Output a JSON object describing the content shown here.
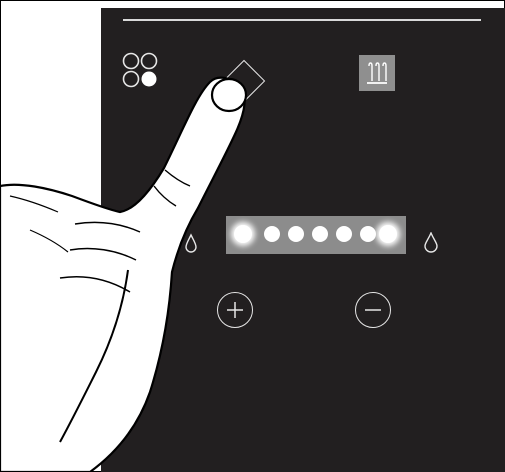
{
  "panel": {
    "background": "#221f20",
    "line_color": "#d9d9d9",
    "icon_color": "#e6e6e6"
  },
  "controls": {
    "burner_selector_icon": "four-burner-icon",
    "diamond_button_icon": "diamond-icon",
    "steam_button_icon": "steam-icon",
    "left_drop_icon": "drop-small-icon",
    "right_drop_icon": "drop-large-icon",
    "plus_icon": "plus-icon",
    "minus_icon": "minus-icon"
  },
  "indicator": {
    "led_count": 7,
    "active_leds": [
      1,
      7
    ],
    "bar_color": "#8c8c8c",
    "led_color": "#ffffff"
  },
  "hand_icon": "pointing-hand-icon"
}
